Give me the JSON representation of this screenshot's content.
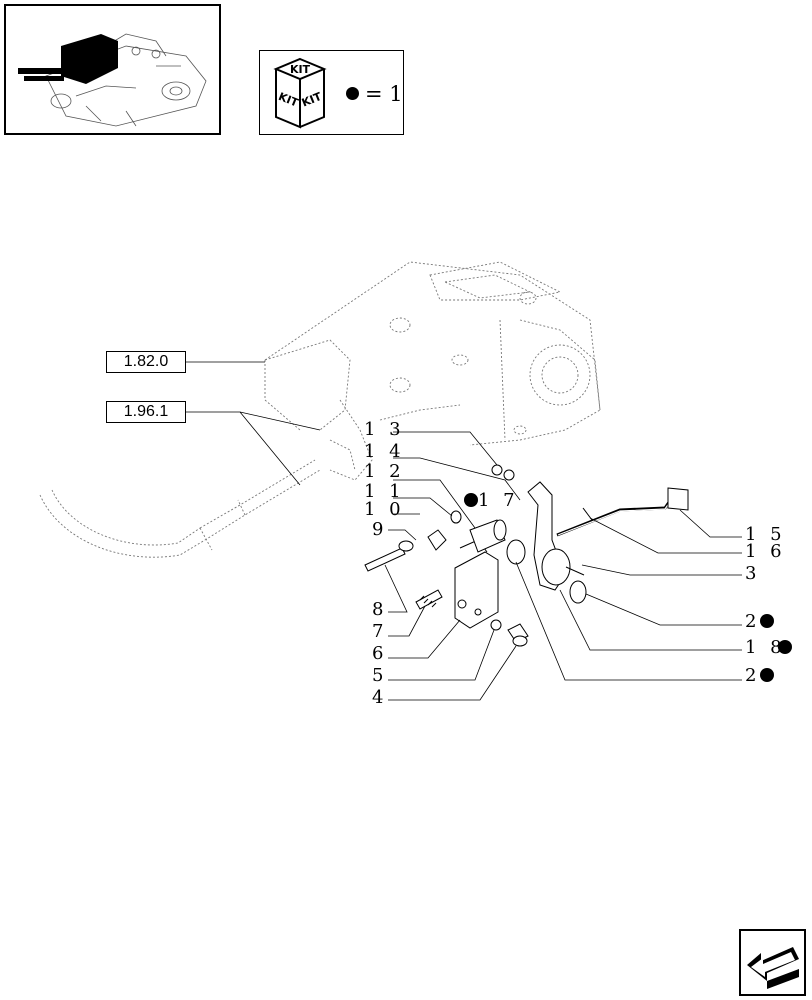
{
  "kit_box": {
    "top_text": "KIT",
    "left_text": "KIT",
    "right_text": "KIT",
    "equation": "= 1"
  },
  "references": [
    "1.82.0",
    "1.96.1"
  ],
  "callouts": {
    "c13": "1 3",
    "c14": "1 4",
    "c12": "1 2",
    "c11": "1 1",
    "c10": "1 0",
    "c9": "9",
    "c8": "8",
    "c7": "7",
    "c6": "6",
    "c5": "5",
    "c4": "4",
    "c17": "1 7",
    "c15": "1 5",
    "c16": "1 6",
    "c3": "3",
    "c2a": "2",
    "c18": "1 8",
    "c2b": "2"
  },
  "kit_marked_items": [
    "17",
    "2",
    "18",
    "2"
  ],
  "icons": [
    "thumbnail-assembly-icon",
    "kit-cube-icon",
    "kit-marker-dot-icon",
    "next-page-arrow-icon"
  ]
}
